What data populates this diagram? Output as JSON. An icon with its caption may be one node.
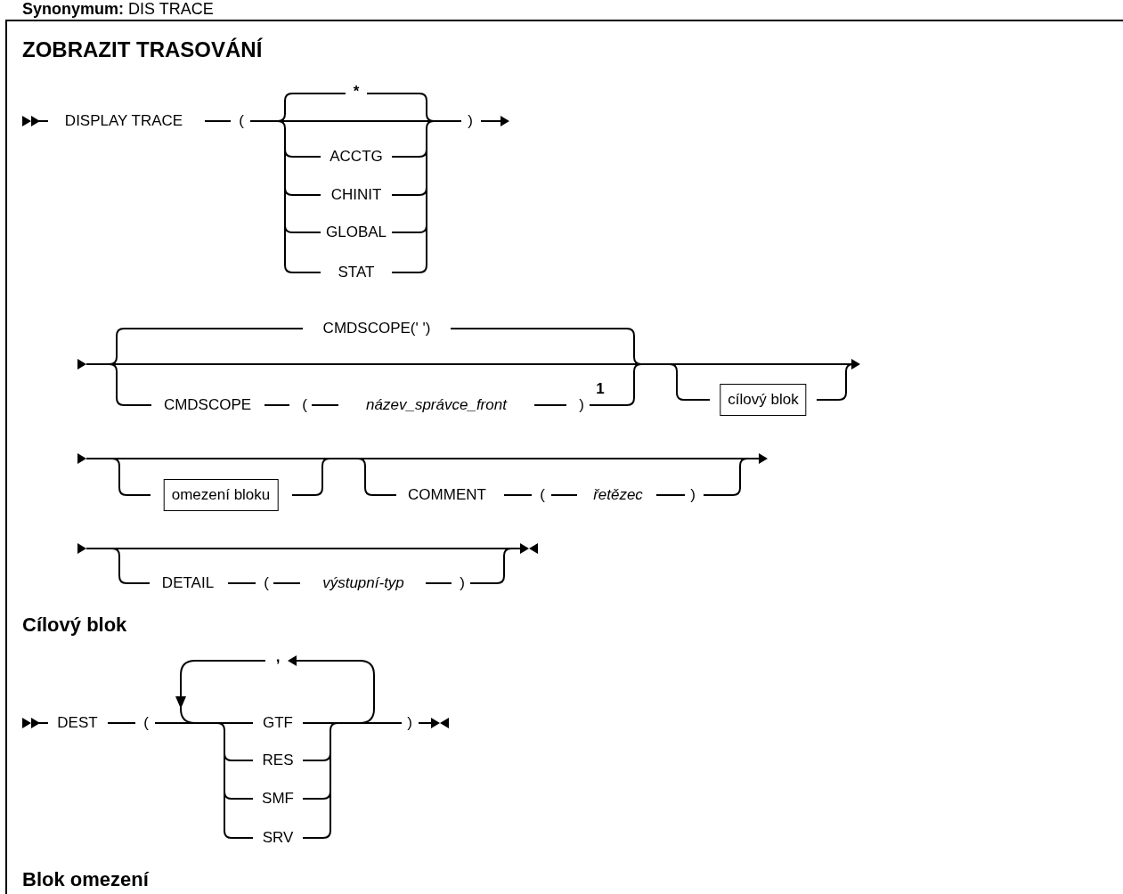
{
  "diagram": {
    "title": "ZOBRAZIT TRASOVÁNÍ",
    "nodes": [
      {
        "text": [
          "cílový blok"
        ]
      },
      {
        "text": [
          "omezení bloku"
        ]
      }
    ],
    "labels": [
      "**Synonymum:** DIS TRACE",
      "DISPLAY TRACE",
      "(",
      "*",
      ")",
      "ACCTG",
      "CHINIT",
      "GLOBAL",
      "STAT",
      "CMDSCOPE(' ')",
      "CMDSCOPE",
      "(",
      "název_správce_front",
      ")",
      "1",
      "COMMENT",
      "(",
      "řetězec",
      ")",
      "DETAIL",
      "(",
      "výstupní-typ",
      ")",
      "Cílový blok",
      "DEST",
      "(",
      ",",
      "GTF",
      ")",
      "RES",
      "SMF",
      "SRV",
      "Blok omezení"
    ]
  }
}
